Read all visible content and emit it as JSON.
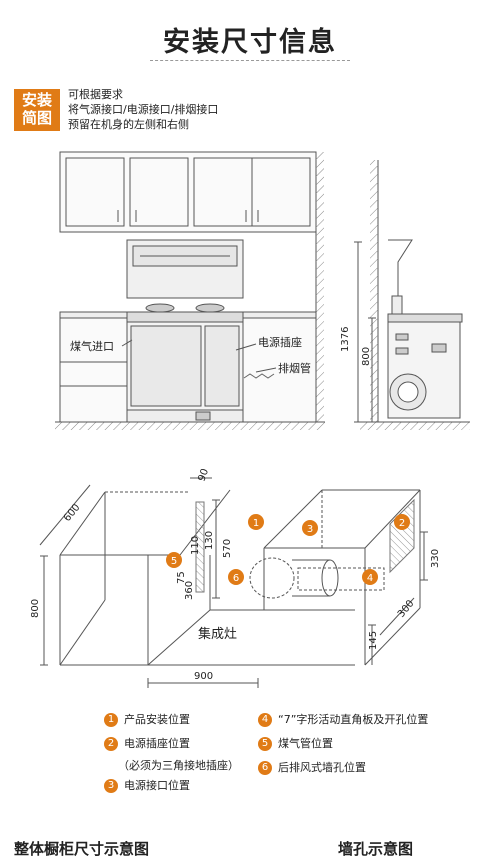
{
  "title": "安装尺寸信息",
  "badge": {
    "line1": "安装",
    "line2": "简图"
  },
  "note": [
    "可根据要求",
    "将气源接口/电源接口/排烟接口",
    "预留在机身的左侧和右侧"
  ],
  "elevation": {
    "gas_inlet": "煤气进口",
    "power_socket": "电源插座",
    "exhaust_pipe": "排烟管",
    "dim_total": "1376",
    "dim_counter": "800"
  },
  "cabinet": {
    "dim_depth": "600",
    "dim_height": "800",
    "dim_width": "900",
    "dim_90": "90",
    "dim_130": "130",
    "dim_110": "110",
    "dim_570": "570",
    "dim_75": "75",
    "dim_360": "360",
    "stove_label": "集成灶"
  },
  "wall": {
    "dim_330": "330",
    "dim_300": "300",
    "dim_145": "145"
  },
  "markers": [
    "1",
    "2",
    "3",
    "4",
    "5",
    "6"
  ],
  "legend": [
    {
      "num": "1",
      "text": "产品安装位置"
    },
    {
      "num": "2",
      "text": "电源插座位置"
    },
    {
      "num": "",
      "text": "（必须为三角接地插座）"
    },
    {
      "num": "3",
      "text": "电源接口位置"
    },
    {
      "num": "4",
      "text": "“7”字形活动直角板及开孔位置"
    },
    {
      "num": "5",
      "text": "煤气管位置"
    },
    {
      "num": "6",
      "text": "后排风式墙孔位置"
    }
  ],
  "captions": {
    "left": "整体橱柜尺寸示意图",
    "right": "墙孔示意图"
  },
  "colors": {
    "accent": "#e07b16",
    "line": "#555555"
  }
}
